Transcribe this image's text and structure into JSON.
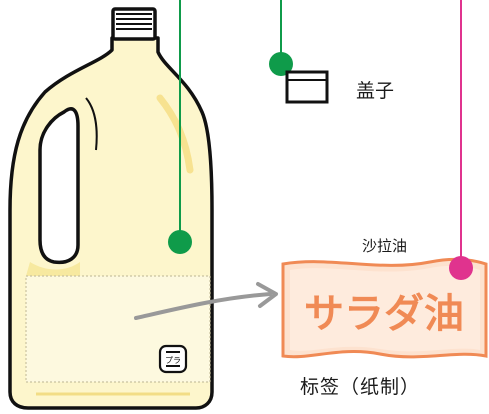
{
  "labels": {
    "cap": "盖子",
    "oil_caption": "沙拉油",
    "label_caption": "标签（纸制）"
  },
  "paper_label": {
    "text": "サラダ油"
  },
  "recycle_mark": {
    "text": "プラ"
  },
  "colors": {
    "bottle_fill": "#fdf6cc",
    "bottle_shade": "#f7e9a0",
    "green_marker": "#0f9b4a",
    "pink_marker": "#e0338e",
    "label_paper": "#fde2cf",
    "label_text": "#f08a55",
    "arrow": "#999999"
  }
}
